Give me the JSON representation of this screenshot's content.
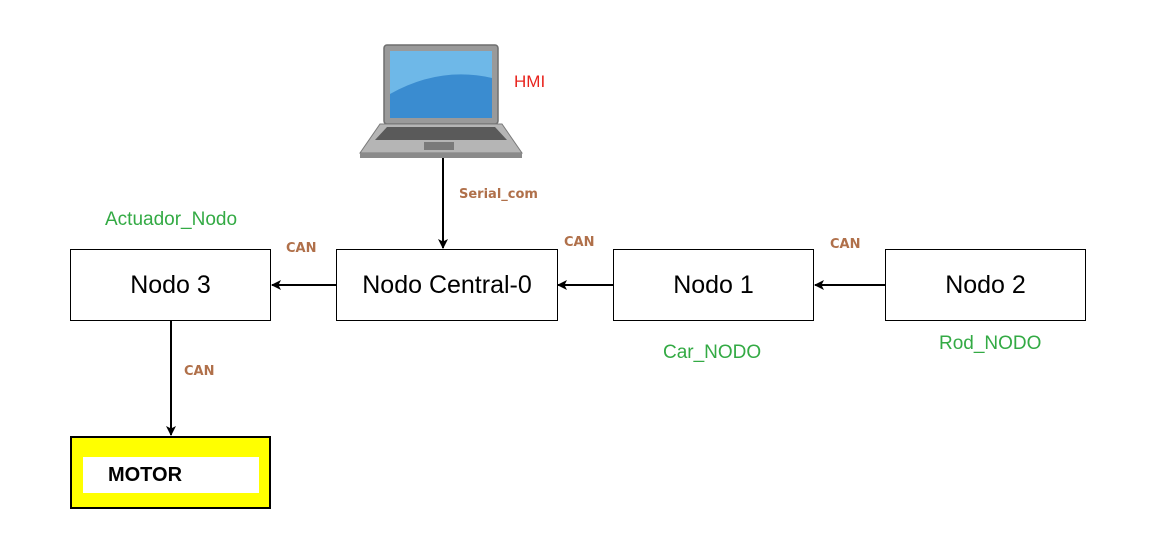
{
  "nodes": {
    "hmi": {
      "label": "HMI",
      "color": "#e8241e",
      "icon": "laptop-icon"
    },
    "nodo3": {
      "label": "Nodo 3"
    },
    "central": {
      "label": "Nodo Central-0"
    },
    "nodo1": {
      "label": "Nodo 1"
    },
    "nodo2": {
      "label": "Nodo 2"
    },
    "motor": {
      "label": "MOTOR",
      "fill": "#ffff00"
    }
  },
  "labels": {
    "actuador": "Actuador_Nodo",
    "car": "Car_NODO",
    "rod": "Rod_NODO",
    "green": "#33aa44"
  },
  "connections": {
    "serial": "Serial_com",
    "can_central_to_n3": "CAN",
    "can_n1_to_central": "CAN",
    "can_n2_to_n1": "CAN",
    "can_n3_to_motor": "CAN",
    "color": "#b0704a"
  }
}
